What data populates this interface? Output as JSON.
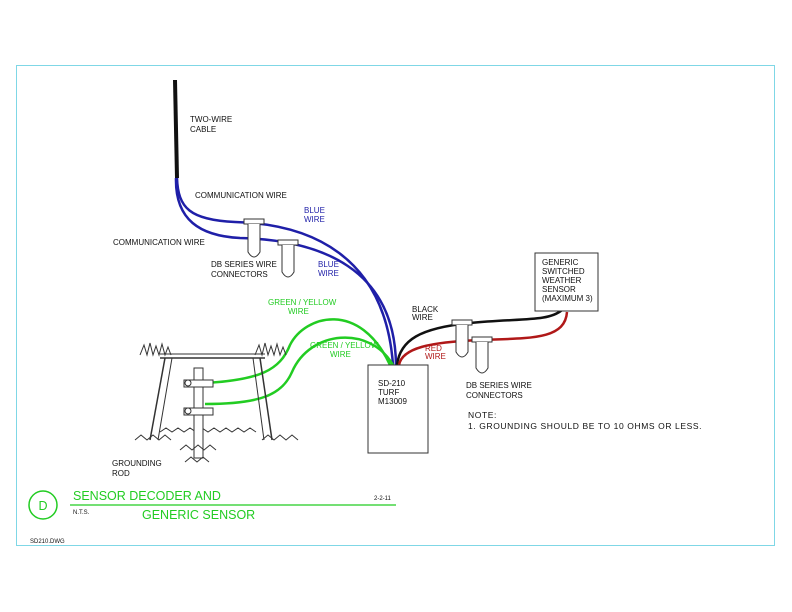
{
  "labels": {
    "two_wire_cable": [
      "TWO-WIRE",
      "CABLE"
    ],
    "comm_wire_1": "COMMUNICATION WIRE",
    "comm_wire_2": "COMMUNICATION WIRE",
    "blue_wire_1": [
      "BLUE",
      "WIRE"
    ],
    "blue_wire_2": [
      "BLUE",
      "WIRE"
    ],
    "db_connectors_left": [
      "DB SERIES WIRE",
      "CONNECTORS"
    ],
    "green_yellow_1": [
      "GREEN / YELLOW",
      "WIRE"
    ],
    "green_yellow_2": [
      "GREEN / YELLOW",
      "WIRE"
    ],
    "black_wire": [
      "BLACK",
      "WIRE"
    ],
    "red_wire": [
      "RED",
      "WIRE"
    ],
    "sensor_box": [
      "GENERIC",
      "SWITCHED",
      "WEATHER",
      "SENSOR",
      "(MAXIMUM 3)"
    ],
    "decoder_box": [
      "SD-210",
      "TURF",
      "M13009"
    ],
    "db_connectors_right": [
      "DB SERIES WIRE",
      "CONNECTORS"
    ],
    "grounding_rod": [
      "GROUNDING",
      "ROD"
    ]
  },
  "note": {
    "heading": "NOTE:",
    "line1": "1. GROUNDING SHOULD BE TO 10 OHMS OR LESS."
  },
  "title_block": {
    "detail_letter": "D",
    "title_line1": "SENSOR DECODER AND",
    "title_line2": "GENERIC SENSOR",
    "scale": "N.T.S.",
    "date": "2-2-11",
    "file": "SD210.DWG"
  },
  "colors": {
    "frame": "#7fd7e6",
    "blue_wire": "#1f1fa8",
    "green_wire": "#22cc22",
    "red_wire": "#b01818",
    "black_wire": "#111111"
  }
}
